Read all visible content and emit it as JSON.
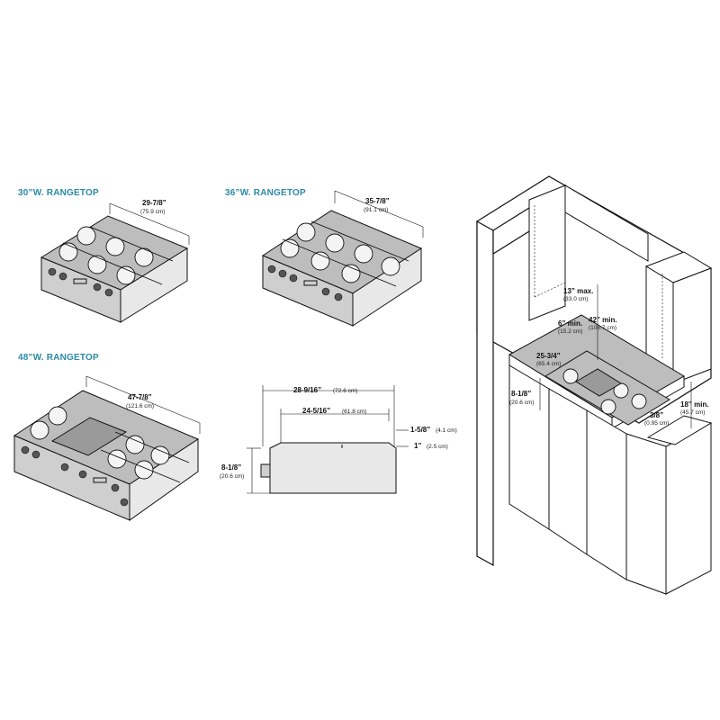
{
  "rangetops": {
    "r30": {
      "title": "30”W. RANGETOP",
      "width_in": "29-7/8”",
      "width_cm": "(75.9 cm)"
    },
    "r36": {
      "title": "36”W. RANGETOP",
      "width_in": "35-7/8”",
      "width_cm": "(91.1 cm)"
    },
    "r48": {
      "title": "48”W. RANGETOP",
      "width_in": "47-7/8”",
      "width_cm": "(121.6 cm)"
    }
  },
  "side_view": {
    "overall_depth_in": "28-9/16”",
    "overall_depth_cm": "(72.6 cm)",
    "inner_depth_in": "24-5/16”",
    "inner_depth_cm": "(61.8 cm)",
    "top_offset_in": "1-5/8”",
    "top_offset_cm": "(4.1 cm)",
    "lip_in": "1”",
    "lip_cm": "(2.5 cm)",
    "height_in": "8-1/8”",
    "height_cm": "(20.6 cm)"
  },
  "installation": {
    "hood_max_in": "13” max.",
    "hood_max_cm": "(33.0 cm)",
    "clear_min_in": "42” min.",
    "clear_min_cm": "(106.7 cm)",
    "side_min_in": "6” min.",
    "side_min_cm": "(15.2 cm)",
    "depth_in": "25-3/4”",
    "depth_cm": "(65.4 cm)",
    "cut_height_in": "8-1/8”",
    "cut_height_cm": "(20.6 cm)",
    "rear_in": "3/8”",
    "rear_cm": "(0.95 cm)",
    "upper_min_in": "18” min.",
    "upper_min_cm": "(45.7 cm)"
  }
}
